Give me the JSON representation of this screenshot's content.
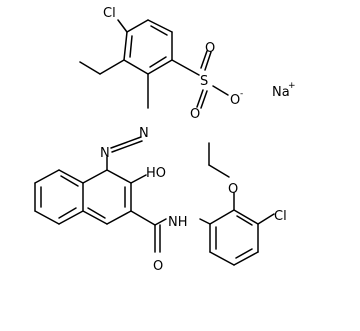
{
  "molecule": {
    "atoms": {
      "cl_top": "Cl",
      "s_sulfonate": "S",
      "o_sulfonyl_top": "O",
      "o_sulfonyl_bottom": "O",
      "o_sulfonate_anion": "O",
      "sulfonate_charge": "-",
      "sodium": "Na",
      "sodium_charge": "+",
      "azo_n_upper": "N",
      "azo_n_lower": "N",
      "hydroxyl": "HO",
      "amide_nh": "NH",
      "amide_o": "O",
      "ethoxy_o": "O",
      "cl_right": "Cl"
    }
  }
}
